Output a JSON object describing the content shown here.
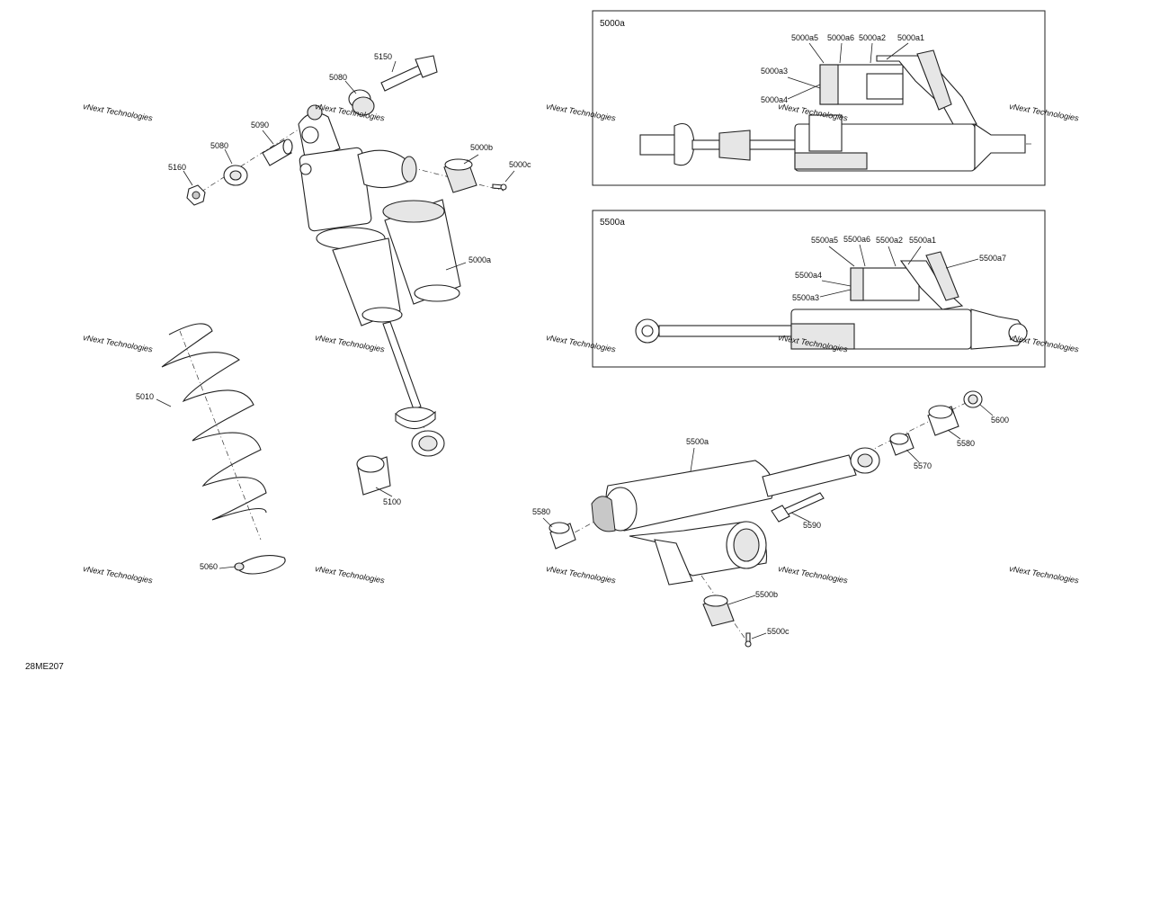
{
  "diagram_code": "28ME207",
  "watermark": "vNext Technologies",
  "insets": [
    {
      "title": "5000a",
      "labels": [
        "5000a5",
        "5000a6",
        "5000a2",
        "5000a1",
        "5000a3",
        "5000a4"
      ]
    },
    {
      "title": "5500a",
      "labels": [
        "5500a5",
        "5500a6",
        "5500a2",
        "5500a1",
        "5500a7",
        "5500a4",
        "5500a3"
      ]
    }
  ],
  "parts": [
    "5150",
    "5080",
    "5090",
    "5080",
    "5160",
    "5000b",
    "5000c",
    "5000a",
    "5010",
    "5100",
    "5060",
    "5500a",
    "5580",
    "5590",
    "5570",
    "5580",
    "5600",
    "5500b",
    "5500c"
  ]
}
